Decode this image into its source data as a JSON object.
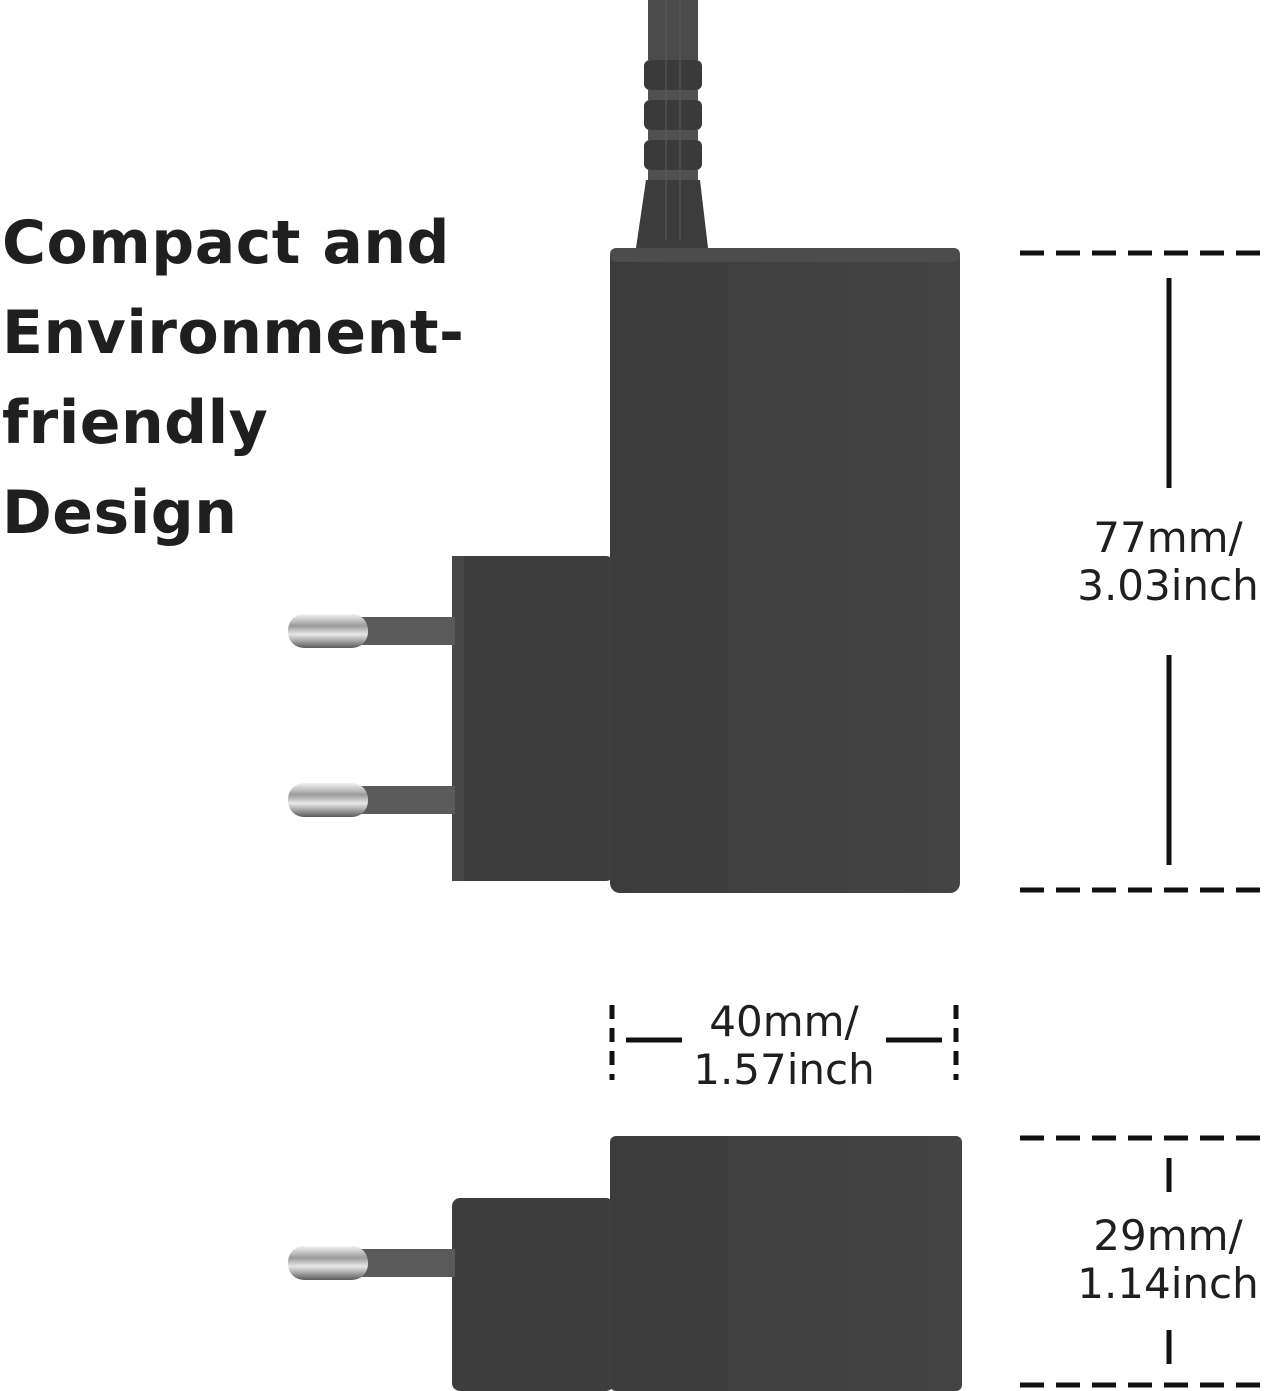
{
  "headline": {
    "lines": [
      "Compact and",
      "Environment-",
      "friendly",
      "Design"
    ]
  },
  "dimensions": {
    "height": {
      "line1": "77mm/",
      "line2": "3.03inch"
    },
    "width": {
      "line1": "40mm/",
      "line2": "1.57inch"
    },
    "depth": {
      "line1": "29mm/",
      "line2": "1.14inch"
    }
  }
}
